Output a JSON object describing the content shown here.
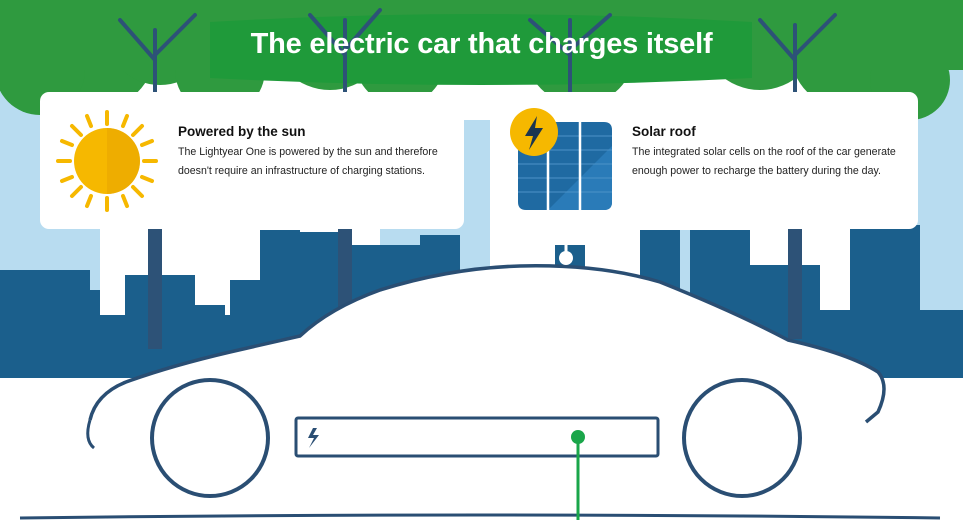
{
  "title": "The electric car that charges itself",
  "cards": [
    {
      "heading": "Powered by the sun",
      "body": "The Lightyear One is powered by the sun and therefore doesn't require an infrastructure of charging stations.",
      "icon": "sun-icon"
    },
    {
      "heading": "Solar roof",
      "body": "The integrated solar cells on the roof of the car generate enough power to recharge the battery during the day.",
      "icon": "solar-panel-icon"
    }
  ],
  "colors": {
    "tree_green": "#2f9a3f",
    "tree_dark": "#23803a",
    "title_green": "#1f9a3a",
    "building_blue": "#1b5f8c",
    "building_light": "#b8dcf0",
    "trunk_blue": "#2d5277",
    "car_outline": "#2a4e73",
    "accent_green": "#1aa64a",
    "sun_yellow": "#f6b800",
    "panel_blue": "#1f6aa2"
  }
}
